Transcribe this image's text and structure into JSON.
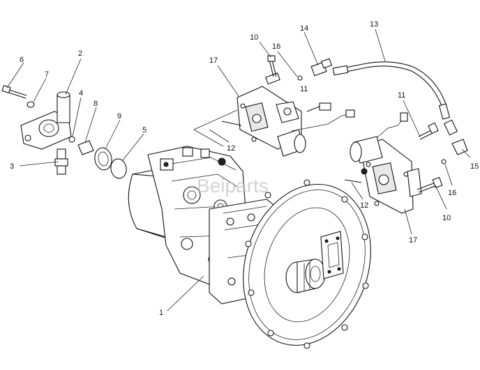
{
  "watermark": "Beiparts",
  "callouts": {
    "c1": "1",
    "c2": "2",
    "c3": "3",
    "c4": "4",
    "c5": "5",
    "c6": "6",
    "c7": "7",
    "c8": "8",
    "c9": "9",
    "c10a": "10",
    "c10b": "10",
    "c11a": "11",
    "c11b": "11",
    "c12a": "12",
    "c12b": "12",
    "c13": "13",
    "c14": "14",
    "c15": "15",
    "c16a": "16",
    "c16b": "16",
    "c17a": "17",
    "c17b": "17"
  }
}
